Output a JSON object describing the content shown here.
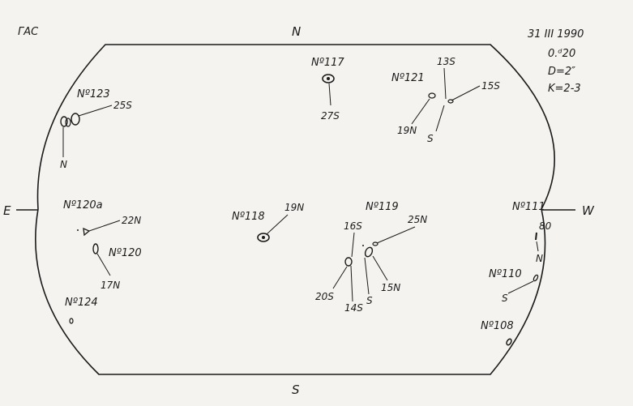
{
  "observatory": "ГАС",
  "header": {
    "date": "31 III 1990",
    "time": "0.ᵈ20",
    "diameter": "D=2″",
    "k": "K=2-3"
  },
  "compass": {
    "north": "N",
    "south": "S",
    "east": "E",
    "west": "W"
  },
  "groups": {
    "g117": {
      "label": "Nº117",
      "pos": "27S"
    },
    "g121": {
      "label": "Nº121",
      "a": "13S",
      "b": "15S",
      "c": "19N",
      "d": "S"
    },
    "g123": {
      "label": "Nº123",
      "a": "25S",
      "b": "N"
    },
    "g120a": {
      "label": "Nº120a",
      "a": "22N"
    },
    "g120": {
      "label": "Nº120",
      "a": "17N"
    },
    "g124": {
      "label": "Nº124"
    },
    "g118": {
      "label": "Nº118",
      "a": "19N"
    },
    "g119": {
      "label": "Nº119",
      "a": "16S",
      "b": "25N",
      "c": "20S",
      "d": "14S",
      "e": "S",
      "f": "15N"
    },
    "g111": {
      "label": "Nº111",
      "a": "80",
      "b": "N"
    },
    "g110": {
      "label": "Nº110",
      "a": "S"
    },
    "g108": {
      "label": "Nº108"
    }
  }
}
